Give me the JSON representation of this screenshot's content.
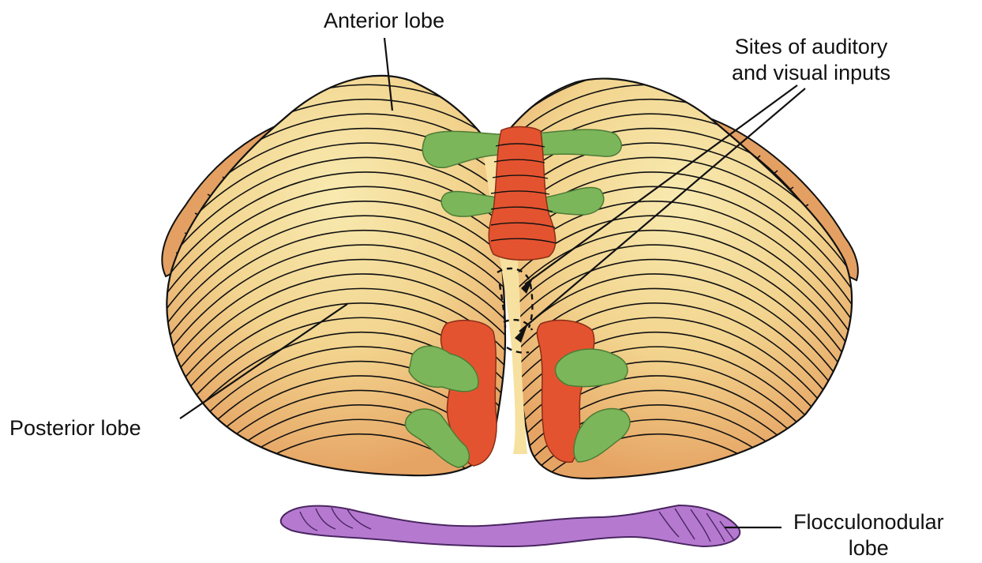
{
  "labels": {
    "anterior_lobe": "Anterior lobe",
    "sites_line1": "Sites of auditory",
    "sites_line2": "and visual inputs",
    "posterior_lobe": "Posterior lobe",
    "flocculonodular_line1": "Flocculonodular",
    "flocculonodular_line2": "lobe"
  },
  "colors": {
    "cerebellum_light": "#f7e6a8",
    "cerebellum_dark": "#e8a866",
    "input_red": "#e4532f",
    "input_green": "#7cb65a",
    "flocculonodular": "#b57ad0",
    "outline": "#111111"
  }
}
